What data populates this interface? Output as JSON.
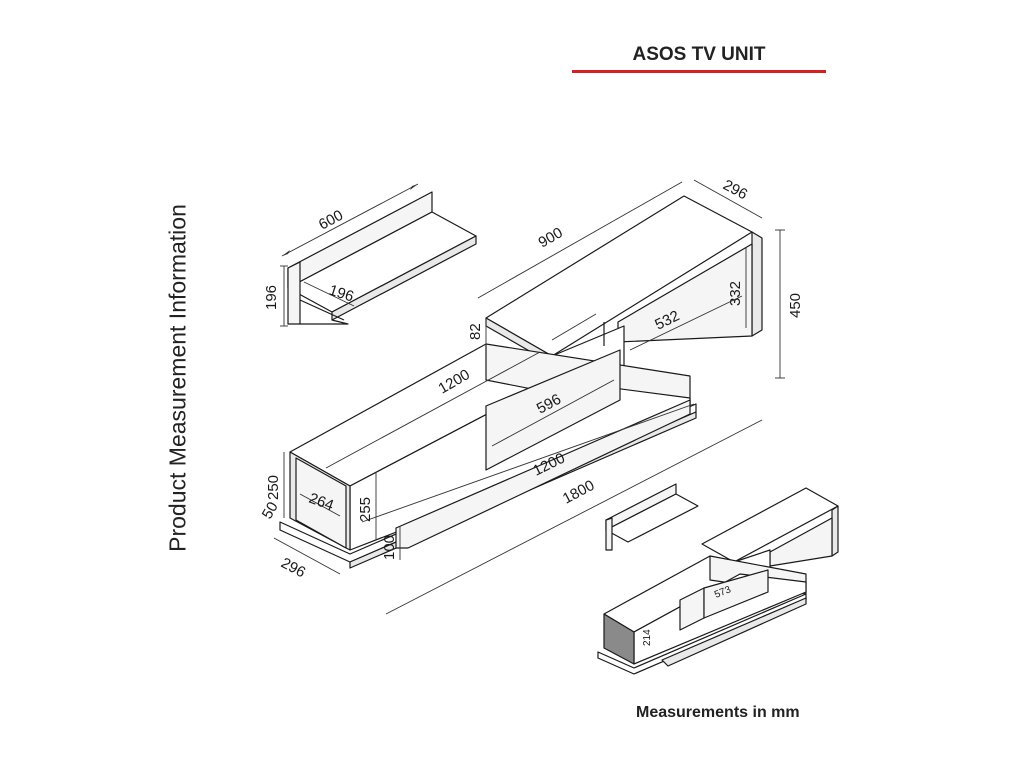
{
  "header": {
    "title": "ASOS TV UNIT",
    "accent_color": "#d42020"
  },
  "side_label": "Product Measurement Information",
  "footer_note": "Measurements in mm",
  "colors": {
    "line": "#1a1a1a",
    "top_face": "#ffffff",
    "side_face": "#e9e9e9",
    "front_face": "#f5f5f5",
    "dark_face": "#8a8a8a"
  },
  "dimensions": {
    "shelf_width": "600",
    "shelf_height": "196",
    "shelf_depth": "196",
    "upper_length": "900",
    "unit_depth_top": "296",
    "total_height": "450",
    "upper_inner_height": "332",
    "upper_drawer_width": "532",
    "upper_thickness": "82",
    "lower_length_top": "1200",
    "drawer_width": "596",
    "lower_length_bottom": "1200",
    "total_length": "1800",
    "lower_height": "250",
    "base_thickness": "50",
    "inner_depth": "264",
    "inner_height": "255",
    "plinth_height": "100",
    "unit_depth_bottom": "296",
    "preview_inner_width": "573",
    "preview_inner_height": "214"
  }
}
